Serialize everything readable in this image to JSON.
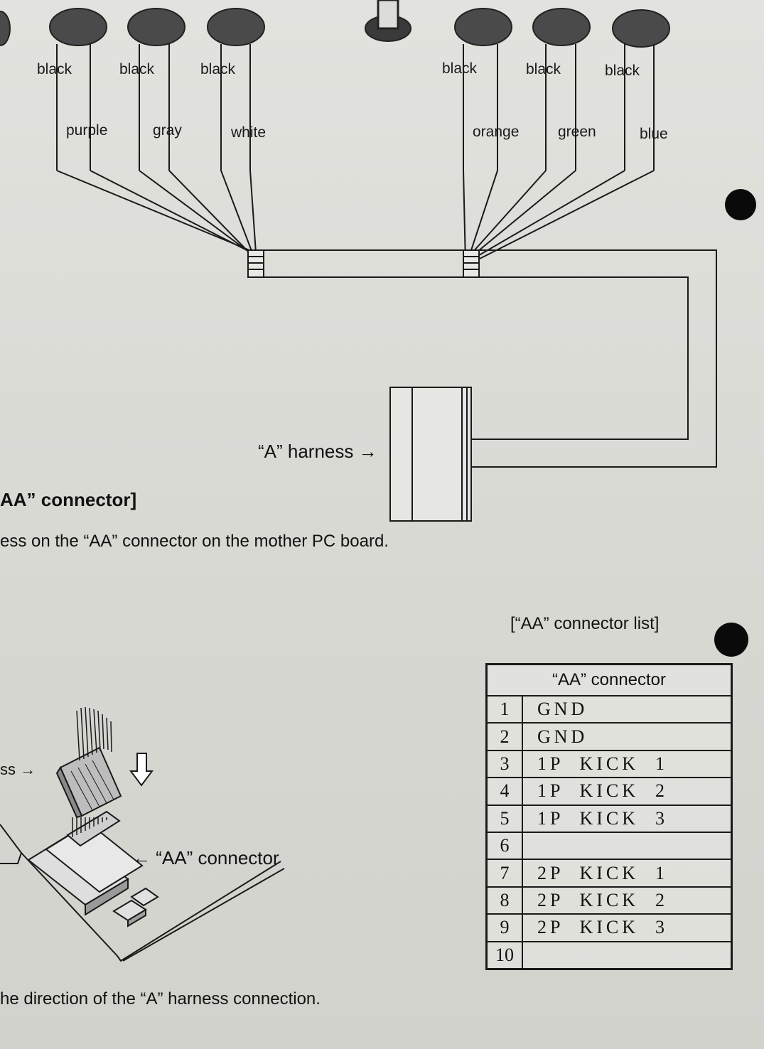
{
  "wire_labels": {
    "left": {
      "top": [
        "black",
        "black",
        "black"
      ],
      "bottom": [
        "purple",
        "gray",
        "white"
      ]
    },
    "right": {
      "top": [
        "black",
        "black",
        "black"
      ],
      "bottom": [
        "orange",
        "green",
        "blue"
      ]
    }
  },
  "harness_label": "“A” harness →",
  "section_heading": "AA” connector]",
  "instruction_1": "ess on the “AA” connector on the mother PC board.",
  "partial_harness_label": "ss →",
  "aa_connector_label": "← “AA” connector",
  "instruction_2": "he direction of the “A” harness connection.",
  "connector_list": {
    "title": "[“AA” connector list]",
    "header": "“AA” connector",
    "rows": [
      {
        "num": "1",
        "signal": "GND"
      },
      {
        "num": "2",
        "signal": "GND"
      },
      {
        "num": "3",
        "signal": "1P  KICK  1"
      },
      {
        "num": "4",
        "signal": "1P  KICK  2"
      },
      {
        "num": "5",
        "signal": "1P  KICK  3"
      },
      {
        "num": "6",
        "signal": ""
      },
      {
        "num": "7",
        "signal": "2P  KICK  1"
      },
      {
        "num": "8",
        "signal": "2P  KICK  2"
      },
      {
        "num": "9",
        "signal": "2P  KICK  3"
      },
      {
        "num": "10",
        "signal": ""
      }
    ]
  }
}
